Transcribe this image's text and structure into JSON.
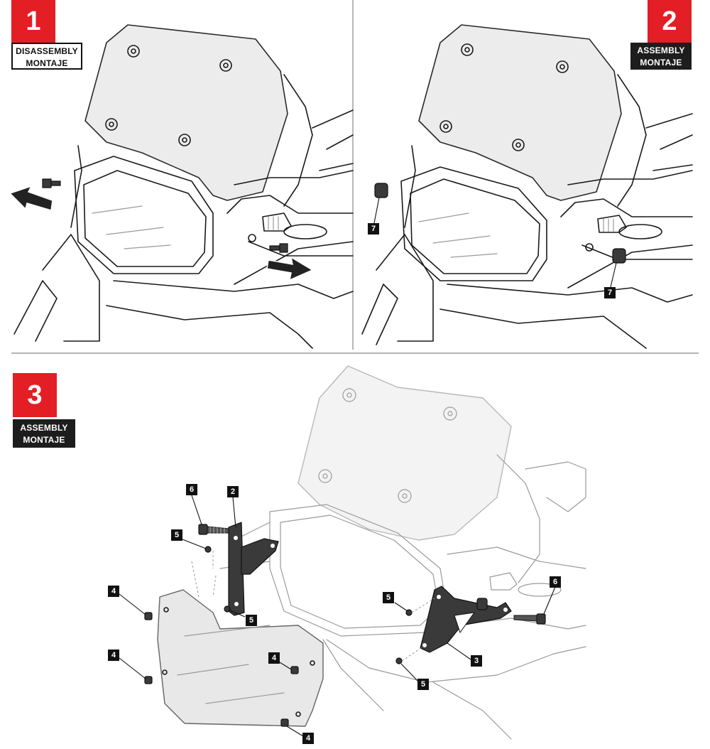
{
  "steps": [
    {
      "number": "1",
      "title_line1": "DISASSEMBLY",
      "title_line2": "MONTAJE"
    },
    {
      "number": "2",
      "title_line1": "ASSEMBLY",
      "title_line2": "MONTAJE"
    },
    {
      "number": "3",
      "title_line1": "ASSEMBLY",
      "title_line2": "MONTAJE"
    }
  ],
  "callouts": {
    "step2": [
      "7",
      "7"
    ],
    "step3": [
      "6",
      "2",
      "5",
      "5",
      "4",
      "4",
      "4",
      "4",
      "5",
      "6",
      "3",
      "5"
    ]
  },
  "colors": {
    "badge": "#e31e24",
    "tag_dark": "#1d1d1d",
    "part": "#3a3a3a"
  }
}
